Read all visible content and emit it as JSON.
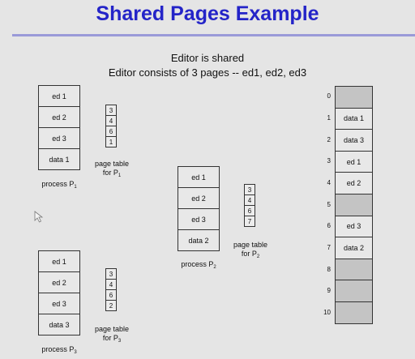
{
  "title": "Shared Pages Example",
  "subtitle_line1": "Editor is shared",
  "subtitle_line2": "Editor  consists of 3 pages --  ed1, ed2, ed3",
  "process1": {
    "pages": [
      "ed 1",
      "ed 2",
      "ed 3",
      "data 1"
    ],
    "label": "process P",
    "label_sub": "1",
    "page_table": [
      "3",
      "4",
      "6",
      "1"
    ],
    "pt_label_line1": "page table",
    "pt_label_line2": "for P",
    "pt_label_sub": "1"
  },
  "process2": {
    "pages": [
      "ed 1",
      "ed 2",
      "ed 3",
      "data 2"
    ],
    "label": "process P",
    "label_sub": "2",
    "page_table": [
      "3",
      "4",
      "6",
      "7"
    ],
    "pt_label_line1": "page table",
    "pt_label_line2": "for P",
    "pt_label_sub": "2"
  },
  "process3": {
    "pages": [
      "ed 1",
      "ed 2",
      "ed 3",
      "data 3"
    ],
    "label": "process P",
    "label_sub": "3",
    "page_table": [
      "3",
      "4",
      "6",
      "2"
    ],
    "pt_label_line1": "page table",
    "pt_label_line2": "for P",
    "pt_label_sub": "3"
  },
  "physical_memory": {
    "frame_numbers": [
      "0",
      "1",
      "2",
      "3",
      "4",
      "5",
      "6",
      "7",
      "8",
      "9",
      "10"
    ],
    "frames": [
      "",
      "data 1",
      "data 3",
      "ed 1",
      "ed 2",
      "",
      "ed 3",
      "data 2",
      "",
      "",
      ""
    ]
  },
  "icons": {
    "cursor": "mouse-pointer-icon"
  }
}
